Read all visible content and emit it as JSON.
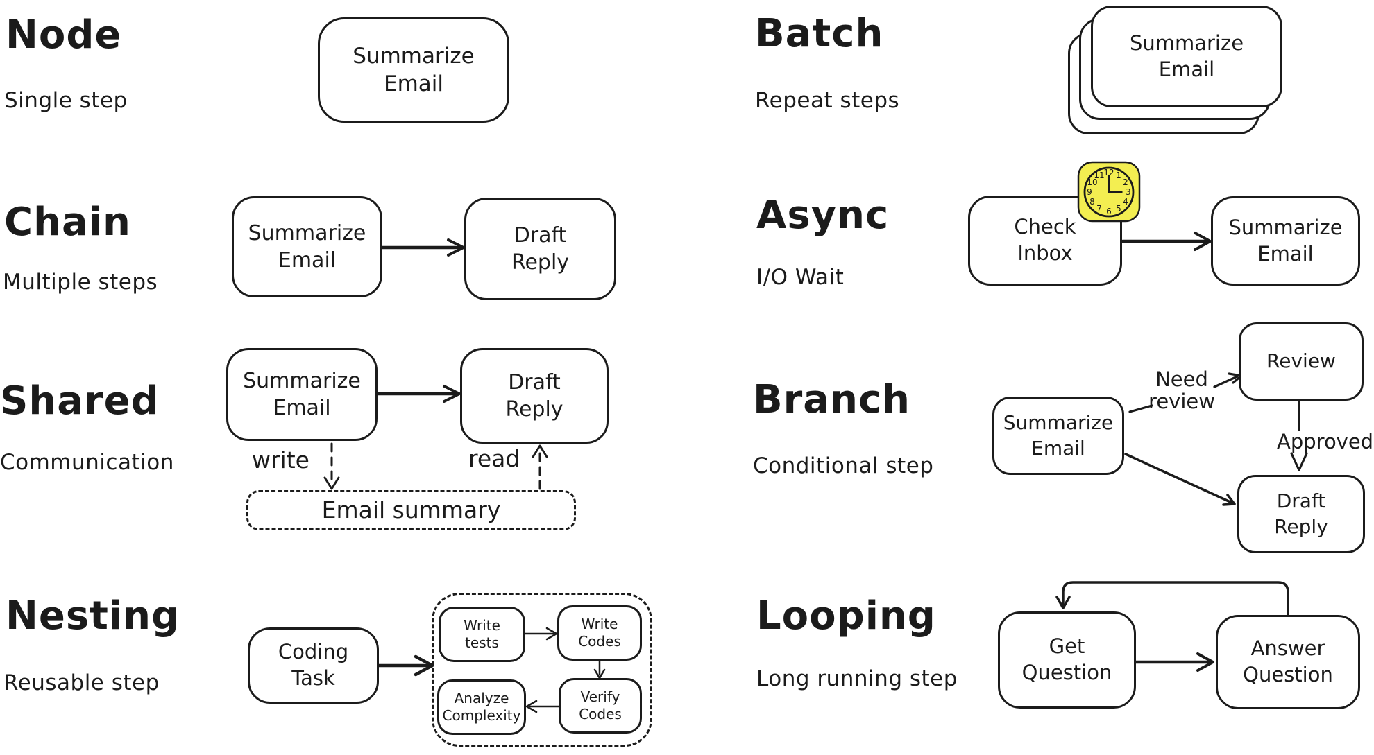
{
  "palette": {
    "ink": "#1b1b1b",
    "background": "#ffffff",
    "clock_yellow": "#f3ee51"
  },
  "sections": {
    "node": {
      "title": "Node",
      "subtitle": "Single step",
      "box_label": "Summarize Email"
    },
    "chain": {
      "title": "Chain",
      "subtitle": "Multiple steps",
      "box1_label": "Summarize Email",
      "box2_label": "Draft Reply"
    },
    "shared": {
      "title": "Shared",
      "subtitle": "Communication",
      "box1_label": "Summarize Email",
      "box2_label": "Draft Reply",
      "write_label": "write",
      "read_label": "read",
      "store_label": "Email summary"
    },
    "nesting": {
      "title": "Nesting",
      "subtitle": "Reusable step",
      "outer_label": "Coding Task",
      "inner1_label": "Write tests",
      "inner2_label": "Write Codes",
      "inner3_label": "Verify Codes",
      "inner4_label": "Analyze Complexity"
    },
    "batch": {
      "title": "Batch",
      "subtitle": "Repeat steps",
      "box_label": "Summarize Email"
    },
    "async": {
      "title": "Async",
      "subtitle": "I/O Wait",
      "box1_label": "Check Inbox",
      "box2_label": "Summarize Email",
      "clock_icon": "clock-icon",
      "clock_numerals": [
        "12",
        "1",
        "2",
        "3",
        "4",
        "5",
        "6",
        "7",
        "8",
        "9",
        "10",
        "11"
      ]
    },
    "branch": {
      "title": "Branch",
      "subtitle": "Conditional step",
      "start_label": "Summarize Email",
      "review_label": "Review",
      "draft_label": "Draft Reply",
      "need_review_label": "Need review",
      "approved_label": "Approved"
    },
    "looping": {
      "title": "Looping",
      "subtitle": "Long running step",
      "box1_label": "Get Question",
      "box2_label": "Answer Question"
    }
  }
}
